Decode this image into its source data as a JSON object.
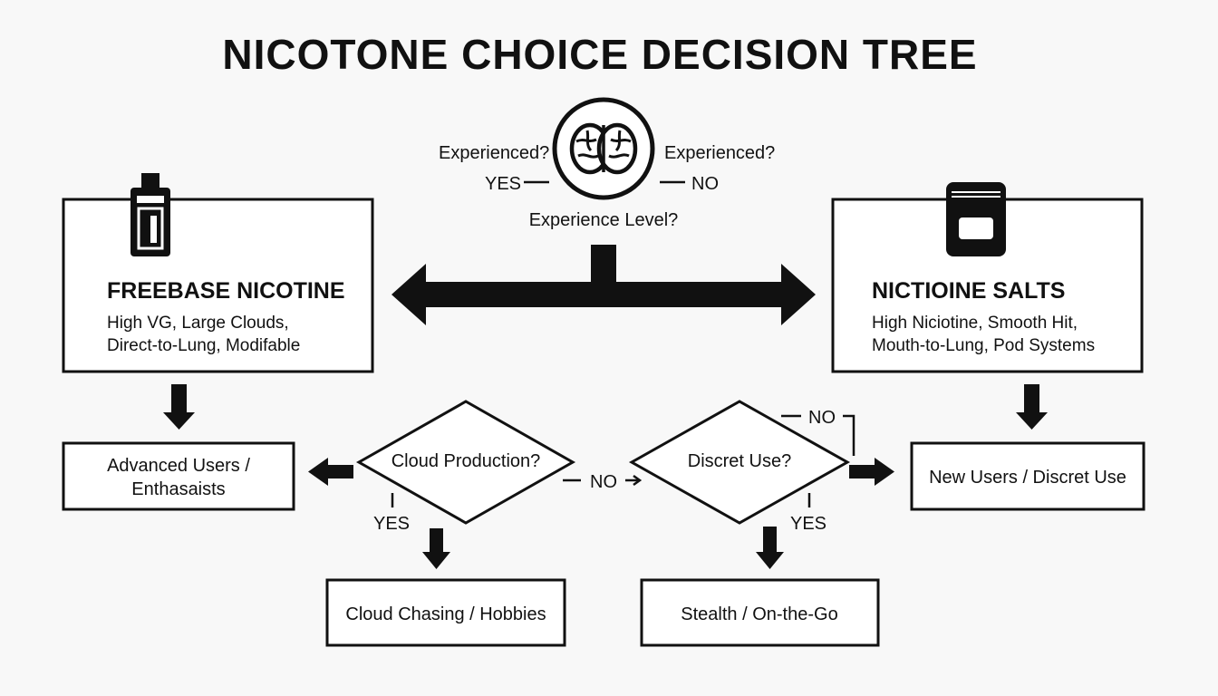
{
  "title": "NICOTONE CHOICE DECISION TREE",
  "center": {
    "icon": "brain-icon",
    "left_question": "Experienced?",
    "right_question": "Experienced?",
    "yes_label": "YES",
    "no_label": "NO",
    "caption": "Experience Level?"
  },
  "freebase": {
    "icon": "vape-bottle-icon",
    "heading": "FREEBASE NICOTINE",
    "line1": "High VG, Large Clouds,",
    "line2": "Direct-to-Lung, Modifable"
  },
  "salts": {
    "icon": "pouch-icon",
    "heading": "NICTIOINE SALTS",
    "line1": "High Niciotine, Smooth Hit,",
    "line2": "Mouth-to-Lung, Pod Systems"
  },
  "advanced": {
    "line1": "Advanced Users /",
    "line2": "Enthasaists"
  },
  "new_users": {
    "label": "New Users / Discret Use"
  },
  "cloud_decision": {
    "question": "Cloud Production?",
    "yes_label": "YES",
    "no_label": "NO"
  },
  "discreet_decision": {
    "question": "Discret Use?",
    "yes_label": "YES",
    "no_label": "NO"
  },
  "cloud_chasing": {
    "label": "Cloud Chasing / Hobbies"
  },
  "stealth": {
    "label": "Stealth / On-the-Go"
  }
}
